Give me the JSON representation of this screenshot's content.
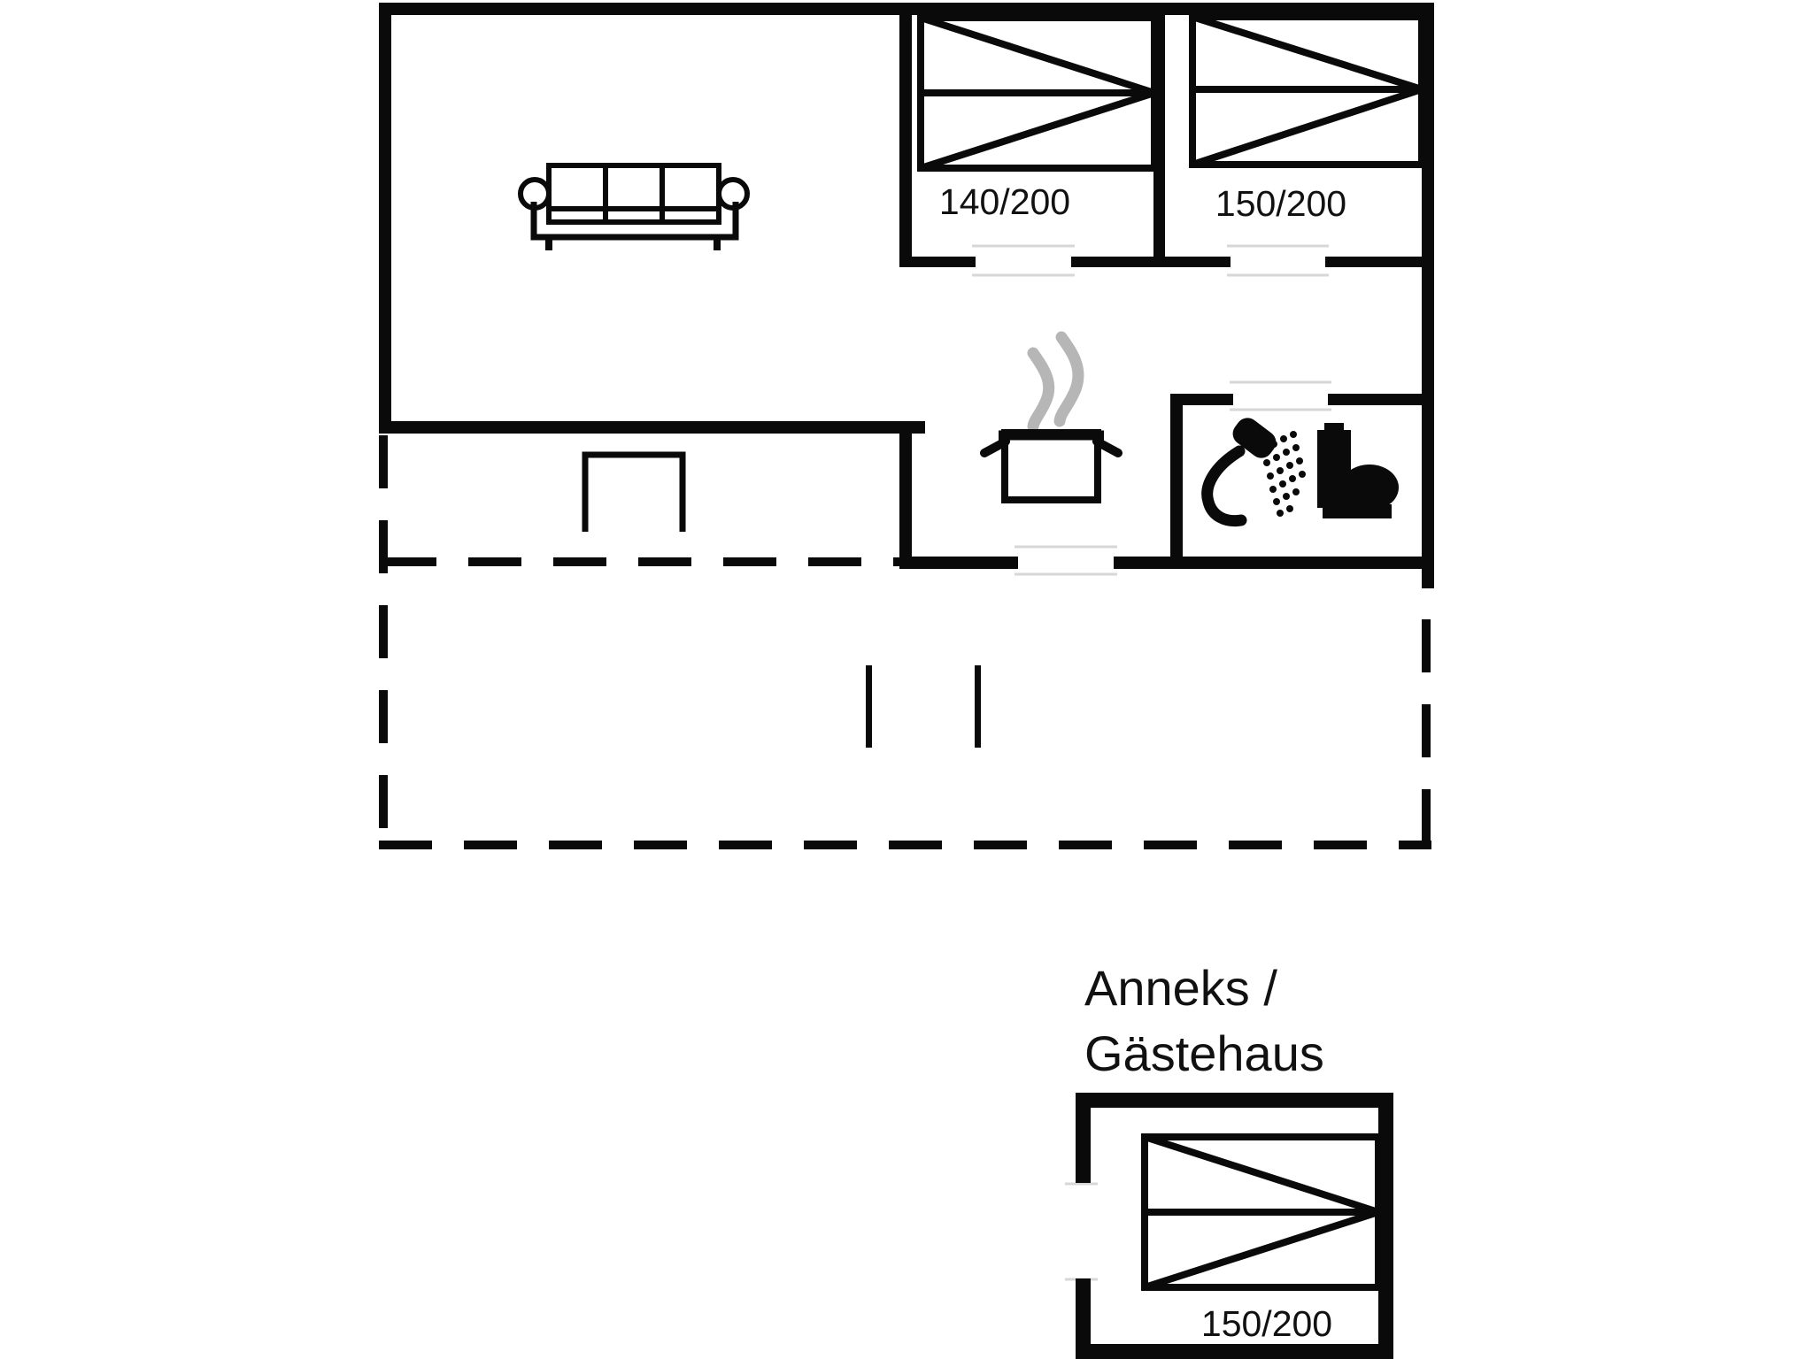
{
  "colors": {
    "background": "#ffffff",
    "wall": "#0a0a0a",
    "steam": "#b6b6b6",
    "threshold": "#d7d7d7",
    "text": "#111111"
  },
  "floorplan": {
    "main_house": {
      "bedroom1": {
        "bed_size": "140/200"
      },
      "bedroom2": {
        "bed_size": "150/200"
      },
      "icons": [
        "sofa-icon",
        "double-bed-icon",
        "double-bed-icon",
        "cooking-pot-icon",
        "steam-icon",
        "shower-icon",
        "toilet-icon",
        "terrace-table-icon",
        "terrace-post"
      ]
    },
    "annex": {
      "title_line1": "Anneks /",
      "title_line2": "Gästehaus",
      "bed_size": "150/200",
      "icons": [
        "double-bed-icon"
      ]
    }
  }
}
